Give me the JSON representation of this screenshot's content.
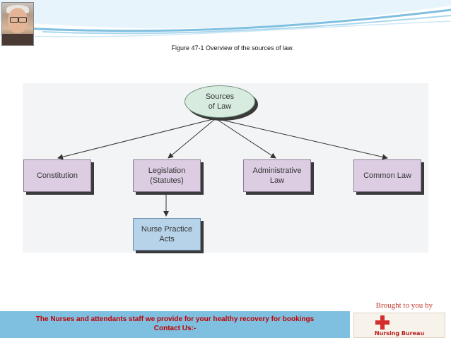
{
  "header": {
    "caption": "Figure 47-1   Overview of the sources of law."
  },
  "diagram": {
    "root": {
      "line1": "Sources",
      "line2": "of Law"
    },
    "constitution": "Constitution",
    "legislation": {
      "line1": "Legislation",
      "line2": "(Statutes)"
    },
    "administrative": {
      "line1": "Administrative",
      "line2": "Law"
    },
    "common_law": "Common Law",
    "nurse_practice": {
      "line1": "Nurse Practice",
      "line2": "Acts"
    }
  },
  "footer": {
    "brought_by": "Brought to you by",
    "banner_line1": "The Nurses and attendants staff we provide for your healthy recovery for bookings",
    "banner_line2": "Contact Us:-"
  },
  "colors": {
    "box_fill": "#dccde3",
    "root_fill": "#d7ecdf",
    "child_fill": "#b7d3ea",
    "banner_bg": "#7fbfe0",
    "banner_text": "#c00000"
  }
}
